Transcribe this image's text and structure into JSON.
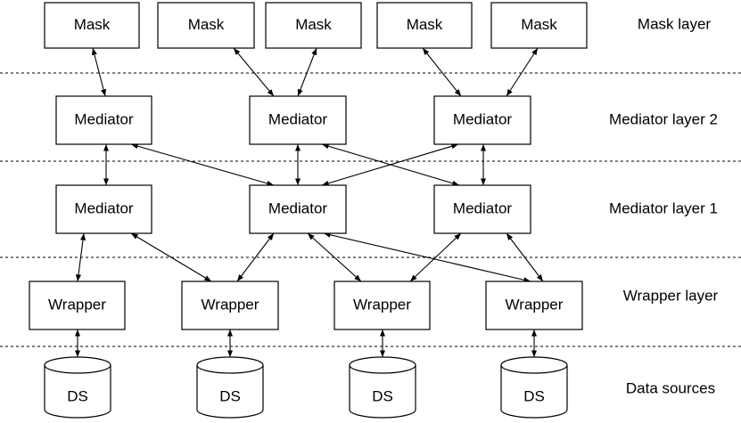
{
  "layers": {
    "mask": "Mask layer",
    "mediator2": "Mediator layer 2",
    "mediator1": "Mediator layer 1",
    "wrapper": "Wrapper layer",
    "sources": "Data sources"
  },
  "nodes": {
    "mask1": "Mask",
    "mask2": "Mask",
    "mask3": "Mask",
    "mask4": "Mask",
    "mask5": "Mask",
    "med2a": "Mediator",
    "med2b": "Mediator",
    "med2c": "Mediator",
    "med1a": "Mediator",
    "med1b": "Mediator",
    "med1c": "Mediator",
    "wrap1": "Wrapper",
    "wrap2": "Wrapper",
    "wrap3": "Wrapper",
    "wrap4": "Wrapper",
    "ds1": "DS",
    "ds2": "DS",
    "ds3": "DS",
    "ds4": "DS"
  },
  "edges": [
    [
      "mask1",
      "med2a"
    ],
    [
      "mask2",
      "med2b"
    ],
    [
      "mask3",
      "med2b"
    ],
    [
      "mask4",
      "med2c"
    ],
    [
      "mask5",
      "med2c"
    ],
    [
      "med2a",
      "med1a"
    ],
    [
      "med2a",
      "med1b"
    ],
    [
      "med2b",
      "med1b"
    ],
    [
      "med2b",
      "med1c"
    ],
    [
      "med2c",
      "med1b"
    ],
    [
      "med2c",
      "med1c"
    ],
    [
      "med1a",
      "wrap1"
    ],
    [
      "med1a",
      "wrap2"
    ],
    [
      "med1b",
      "wrap2"
    ],
    [
      "med1b",
      "wrap3"
    ],
    [
      "med1b",
      "wrap4"
    ],
    [
      "med1c",
      "wrap3"
    ],
    [
      "med1c",
      "wrap4"
    ],
    [
      "wrap1",
      "ds1"
    ],
    [
      "wrap2",
      "ds2"
    ],
    [
      "wrap3",
      "ds3"
    ],
    [
      "wrap4",
      "ds4"
    ]
  ]
}
